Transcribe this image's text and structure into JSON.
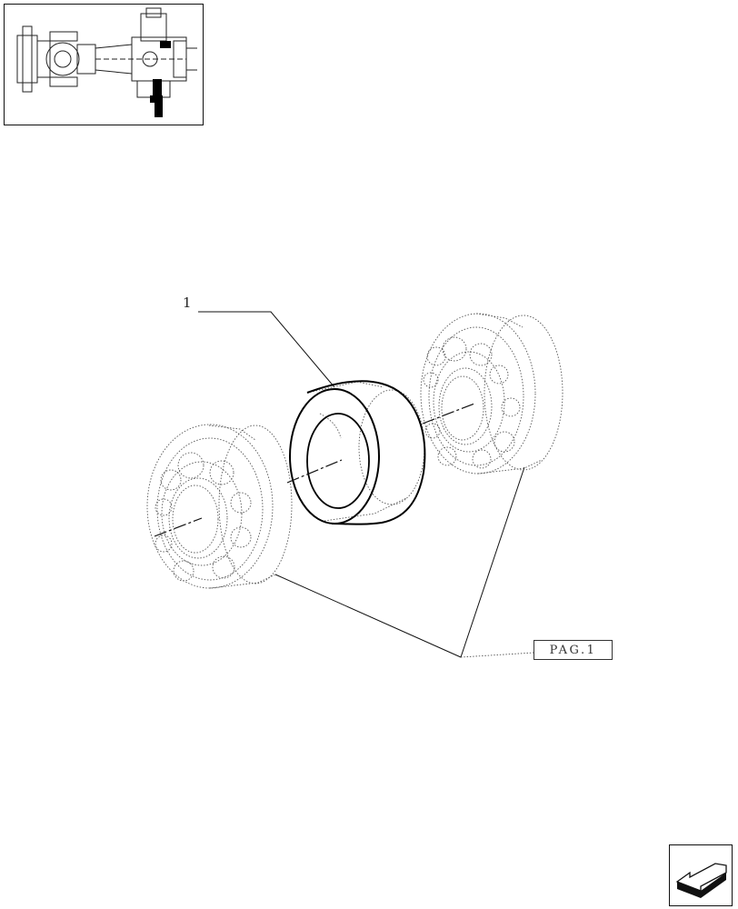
{
  "diagram": {
    "callout_number": "1",
    "page_reference": "PAG.1"
  },
  "icons": {
    "thumbnail": "axle-assembly-thumbnail",
    "navigation": "next-page-arrow-icon"
  },
  "colors": {
    "line": "#111111",
    "dotted_outline": "#555555",
    "highlight": "#000000"
  }
}
